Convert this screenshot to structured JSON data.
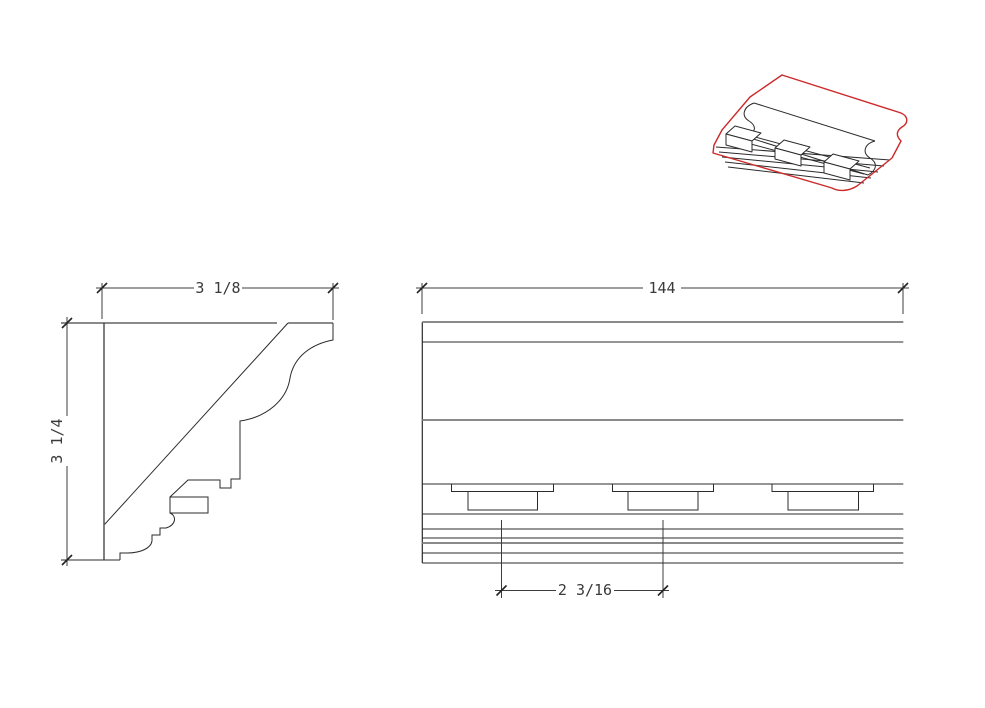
{
  "drawing": {
    "kind": "crown-moulding-cad-drawing",
    "background_color": "#ffffff",
    "line_color": "#2b2b2b",
    "heavy_line_color": "#8a8a8a",
    "highlight_color": "#cc2a2a",
    "views": {
      "isometric_thumbnail": {
        "description": "3d-crown-moulding-with-dentils",
        "outline_color": "#cc2a2a",
        "dentil_count": 3
      },
      "profile_section": {
        "dimensions": {
          "width": {
            "label": "3 1/8"
          },
          "height": {
            "label": "3 1/4"
          }
        }
      },
      "front_elevation": {
        "dentil_count": 3,
        "dimensions": {
          "length": {
            "label": "144"
          },
          "dentil_spacing": {
            "label": "2 3/16"
          }
        }
      }
    }
  }
}
